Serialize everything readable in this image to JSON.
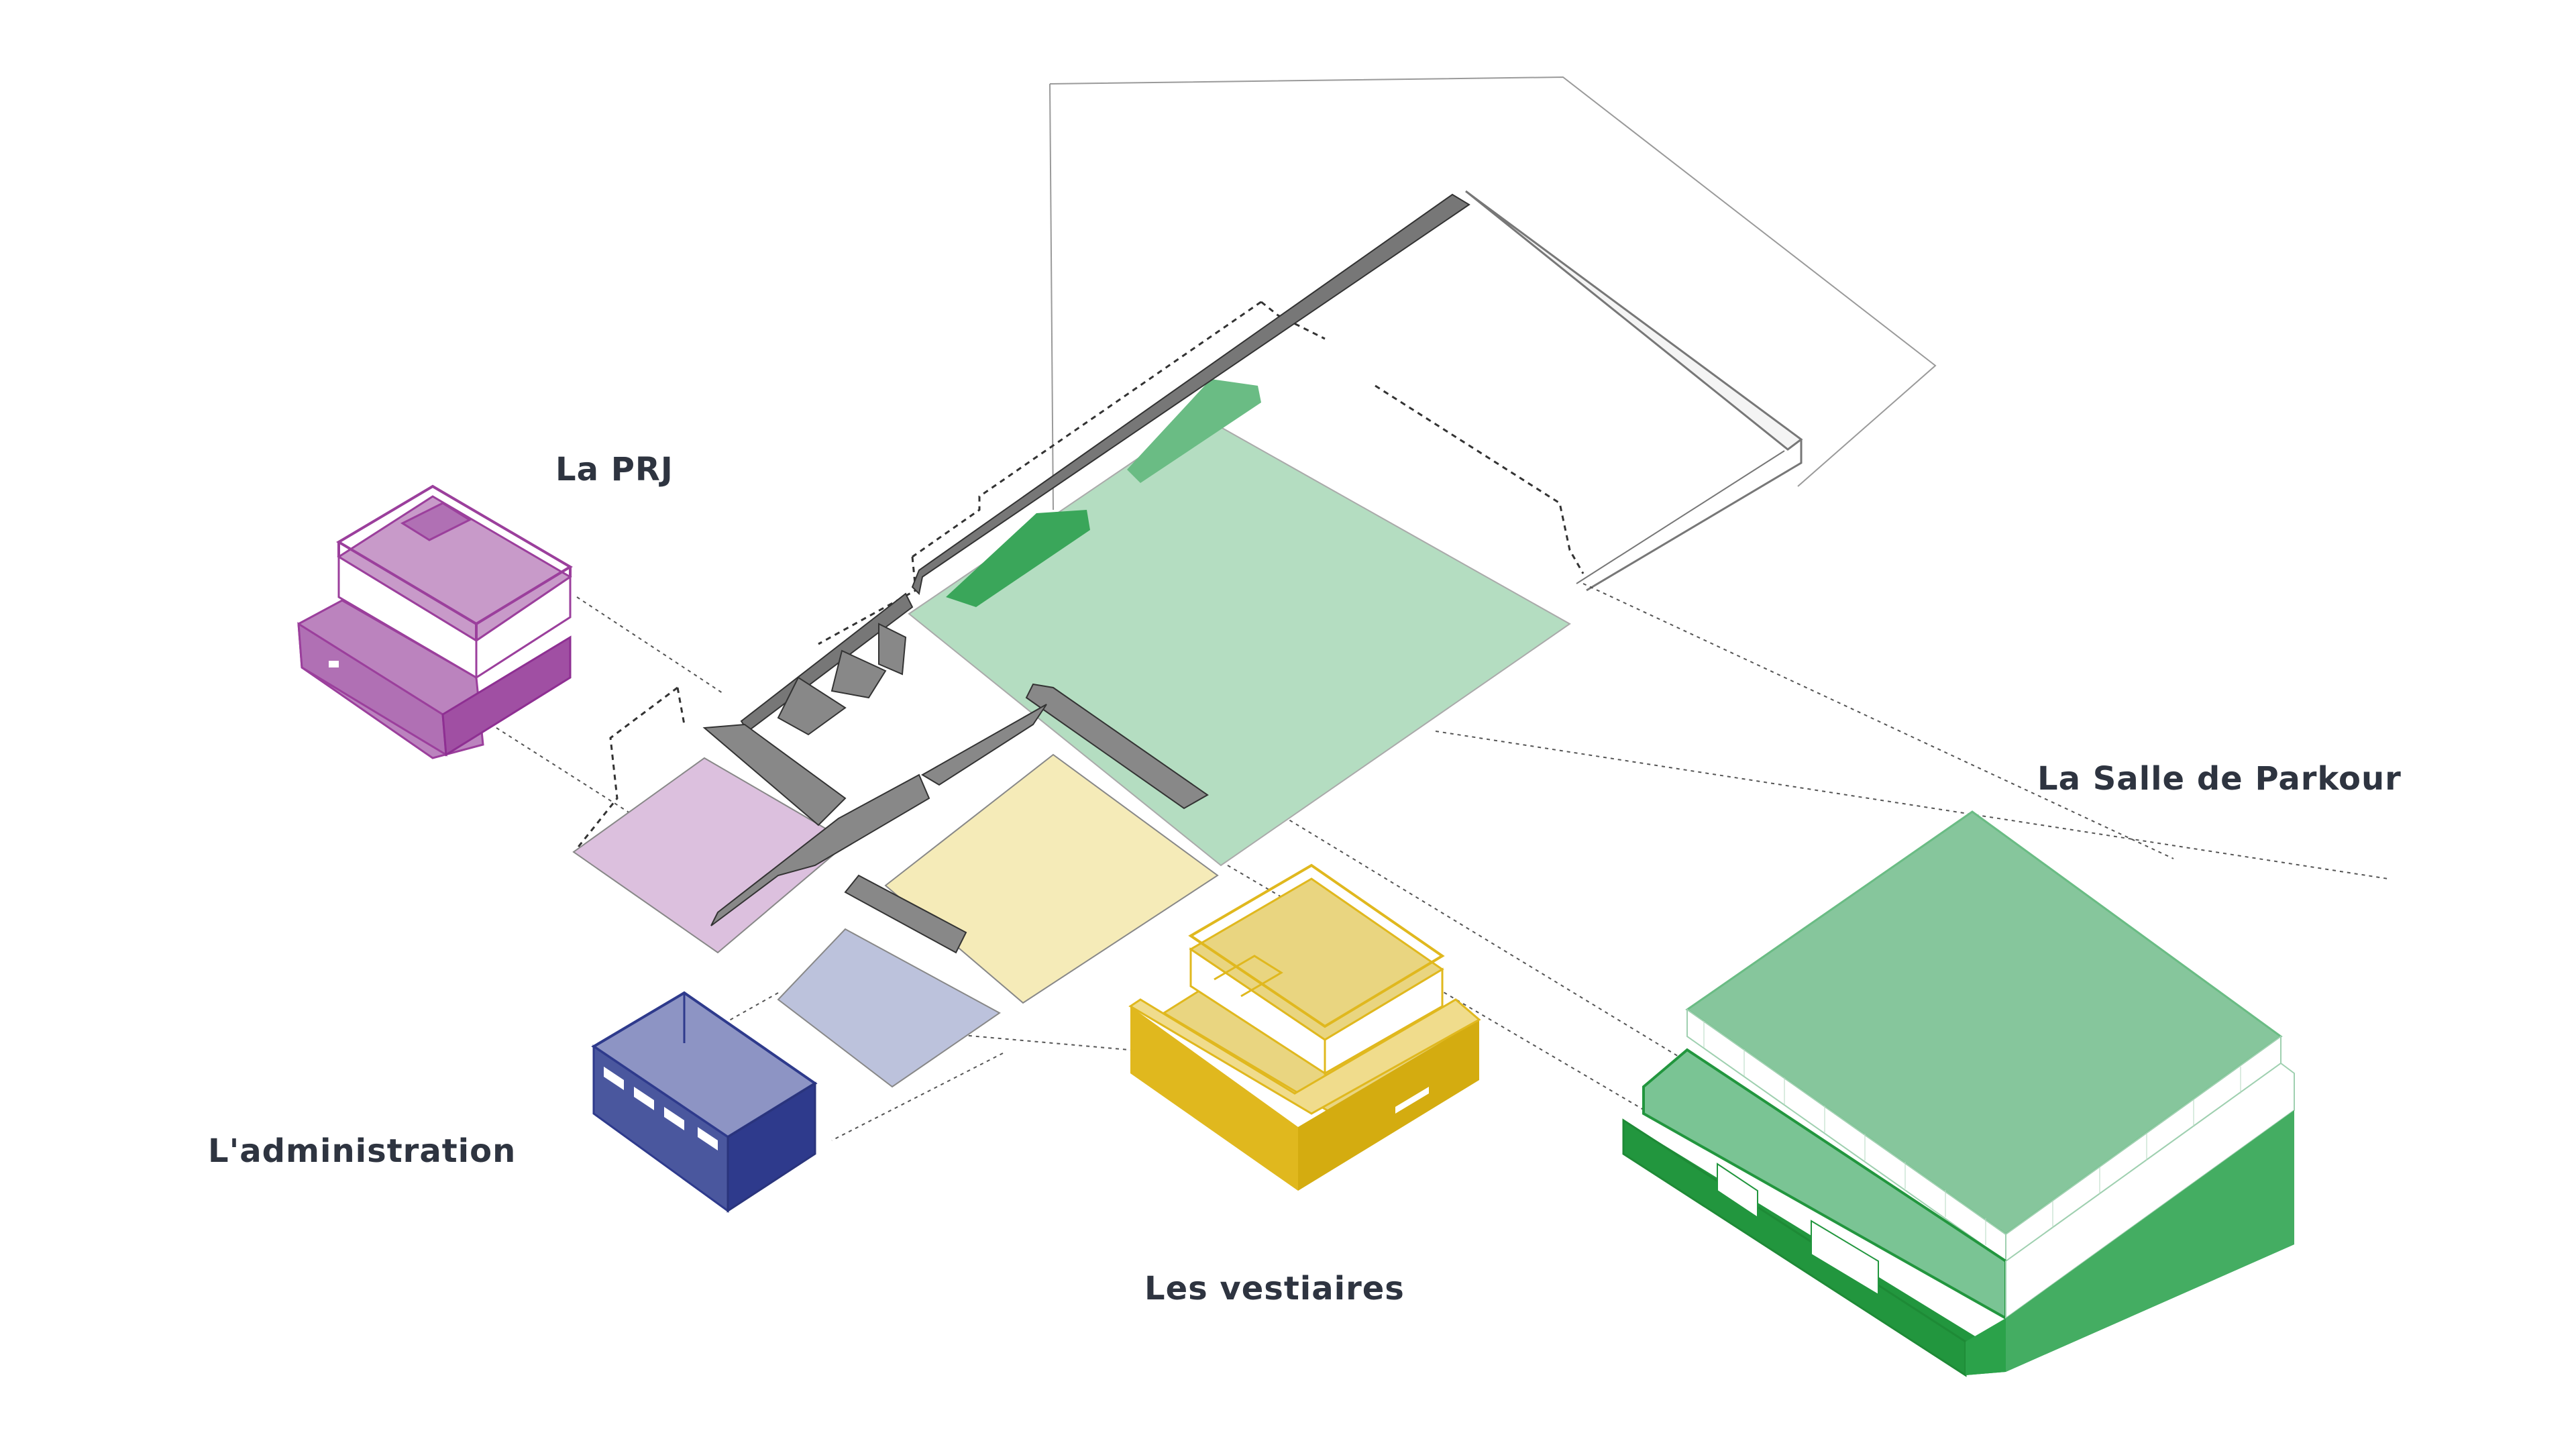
{
  "labels": {
    "prj": "La PRJ",
    "administration": "L'administration",
    "vestiaires": "Les vestiaires",
    "parkour": "La Salle de Parkour"
  },
  "colors": {
    "prj": "#9b3f9c",
    "administration": "#2e3a8c",
    "vestiaires": "#e0b81e",
    "parkour": "#22963e",
    "circulation": "#8a8a8a",
    "text": "#2e3440"
  }
}
